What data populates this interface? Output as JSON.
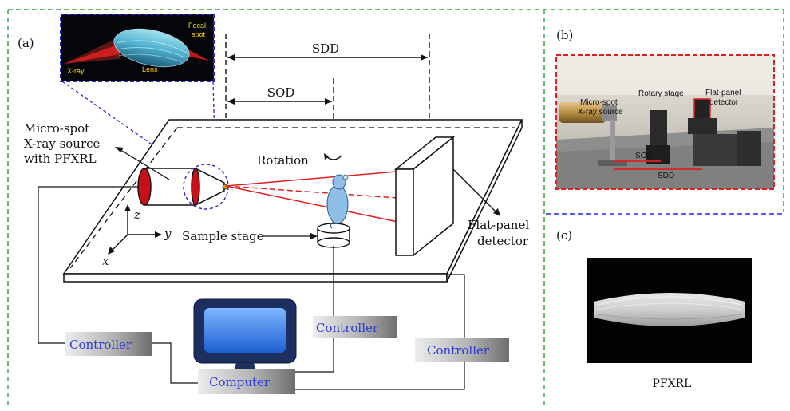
{
  "panel_a": {
    "label": "(a)",
    "inset": {
      "xray": "X-ray",
      "lens": "Lens",
      "focal_line1": "Focal",
      "focal_line2": "spot"
    },
    "sdd": "SDD",
    "sod": "SOD",
    "source_line1": "Micro-spot",
    "source_line2": "X-ray source",
    "source_line3": "with PFXRL",
    "rotation": "Rotation",
    "axis_z": "z",
    "axis_y": "y",
    "axis_x": "x",
    "sample_stage": "Sample stage",
    "detector_line1": "Flat-panel",
    "detector_line2": "detector",
    "controller_left": "Controller",
    "controller_mid": "Controller",
    "controller_right": "Controller",
    "computer": "Computer"
  },
  "panel_b": {
    "label": "(b)",
    "source_line1": "Micro-spot",
    "source_line2": "X-ray source",
    "rotary": "Rotary stage",
    "detector_line1": "Flat-panel",
    "detector_line2": "detector",
    "sod": "SOD",
    "sdd": "SDD"
  },
  "panel_c": {
    "label": "(c)",
    "caption": "PFXRL"
  },
  "colors": {
    "frame_green": "#2ea043",
    "frame_blue": "#2b2bd0",
    "beam_red": "#e02020",
    "controller_text": "#2b3bd6",
    "photo_border": "#e02020"
  }
}
